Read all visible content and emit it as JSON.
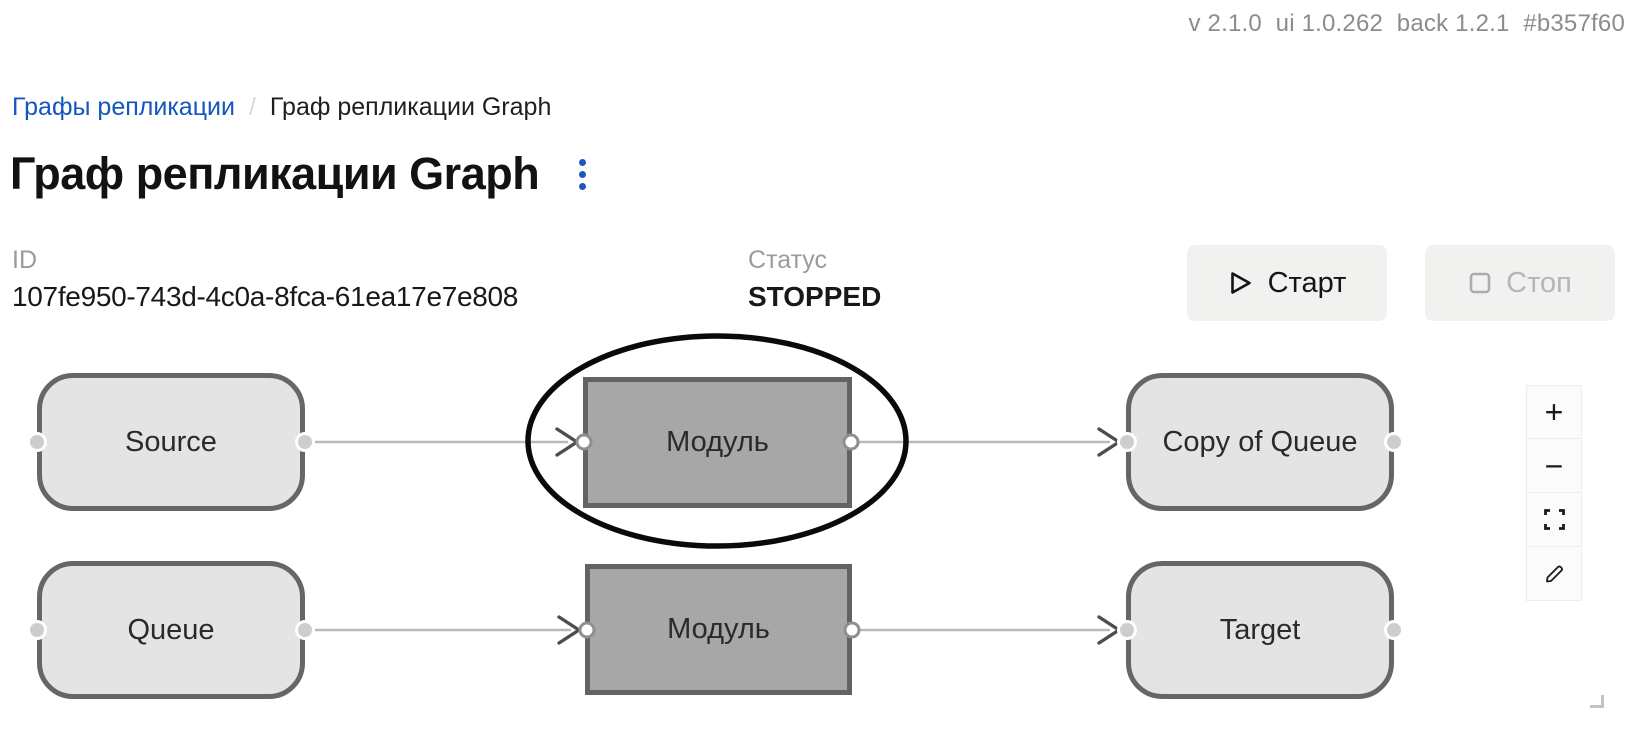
{
  "version_bar": {
    "text": "v 2.1.0  ui 1.0.262  back 1.2.1  #b357f60"
  },
  "breadcrumb": {
    "items": [
      {
        "label": "Графы репликации"
      },
      {
        "label": "Граф репликации Graph"
      }
    ],
    "separator": "/"
  },
  "page": {
    "title": "Граф репликации Graph"
  },
  "details": {
    "id_label": "ID",
    "id_value": "107fe950-743d-4c0a-8fca-61ea17e7e808",
    "status_label": "Статус",
    "status_value": "STOPPED"
  },
  "actions": {
    "start_label": "Старт",
    "stop_label": "Стоп",
    "stop_disabled": true
  },
  "graph": {
    "nodes": [
      {
        "id": "source",
        "label": "Source",
        "shape": "rounded",
        "variant": "light"
      },
      {
        "id": "module-1",
        "label": "Модуль",
        "shape": "rect",
        "variant": "dark",
        "annotated": "circled"
      },
      {
        "id": "copy-of-queue",
        "label": "Copy of Queue",
        "shape": "rounded",
        "variant": "light"
      },
      {
        "id": "queue",
        "label": "Queue",
        "shape": "rounded",
        "variant": "light"
      },
      {
        "id": "module-2",
        "label": "Модуль",
        "shape": "rect",
        "variant": "dark"
      },
      {
        "id": "target",
        "label": "Target",
        "shape": "rounded",
        "variant": "light"
      }
    ],
    "edges": [
      {
        "from": "source",
        "to": "module-1"
      },
      {
        "from": "module-1",
        "to": "copy-of-queue"
      },
      {
        "from": "queue",
        "to": "module-2"
      },
      {
        "from": "module-2",
        "to": "target"
      }
    ]
  },
  "zoom_toolbar": {
    "zoom_in_glyph": "+",
    "zoom_out_glyph": "−",
    "buttons": [
      "zoom-in",
      "zoom-out",
      "fit-view",
      "edit"
    ]
  },
  "colors": {
    "accent_blue": "#1356bd",
    "node_light_fill": "#e4e4e4",
    "node_dark_fill": "#a7a7a7",
    "node_border": "#666666",
    "edge": "#b9b9b9",
    "annotation_ellipse": "#0a0a0a",
    "muted_text": "#9b9b9b",
    "version_text": "#8c8c8c"
  }
}
